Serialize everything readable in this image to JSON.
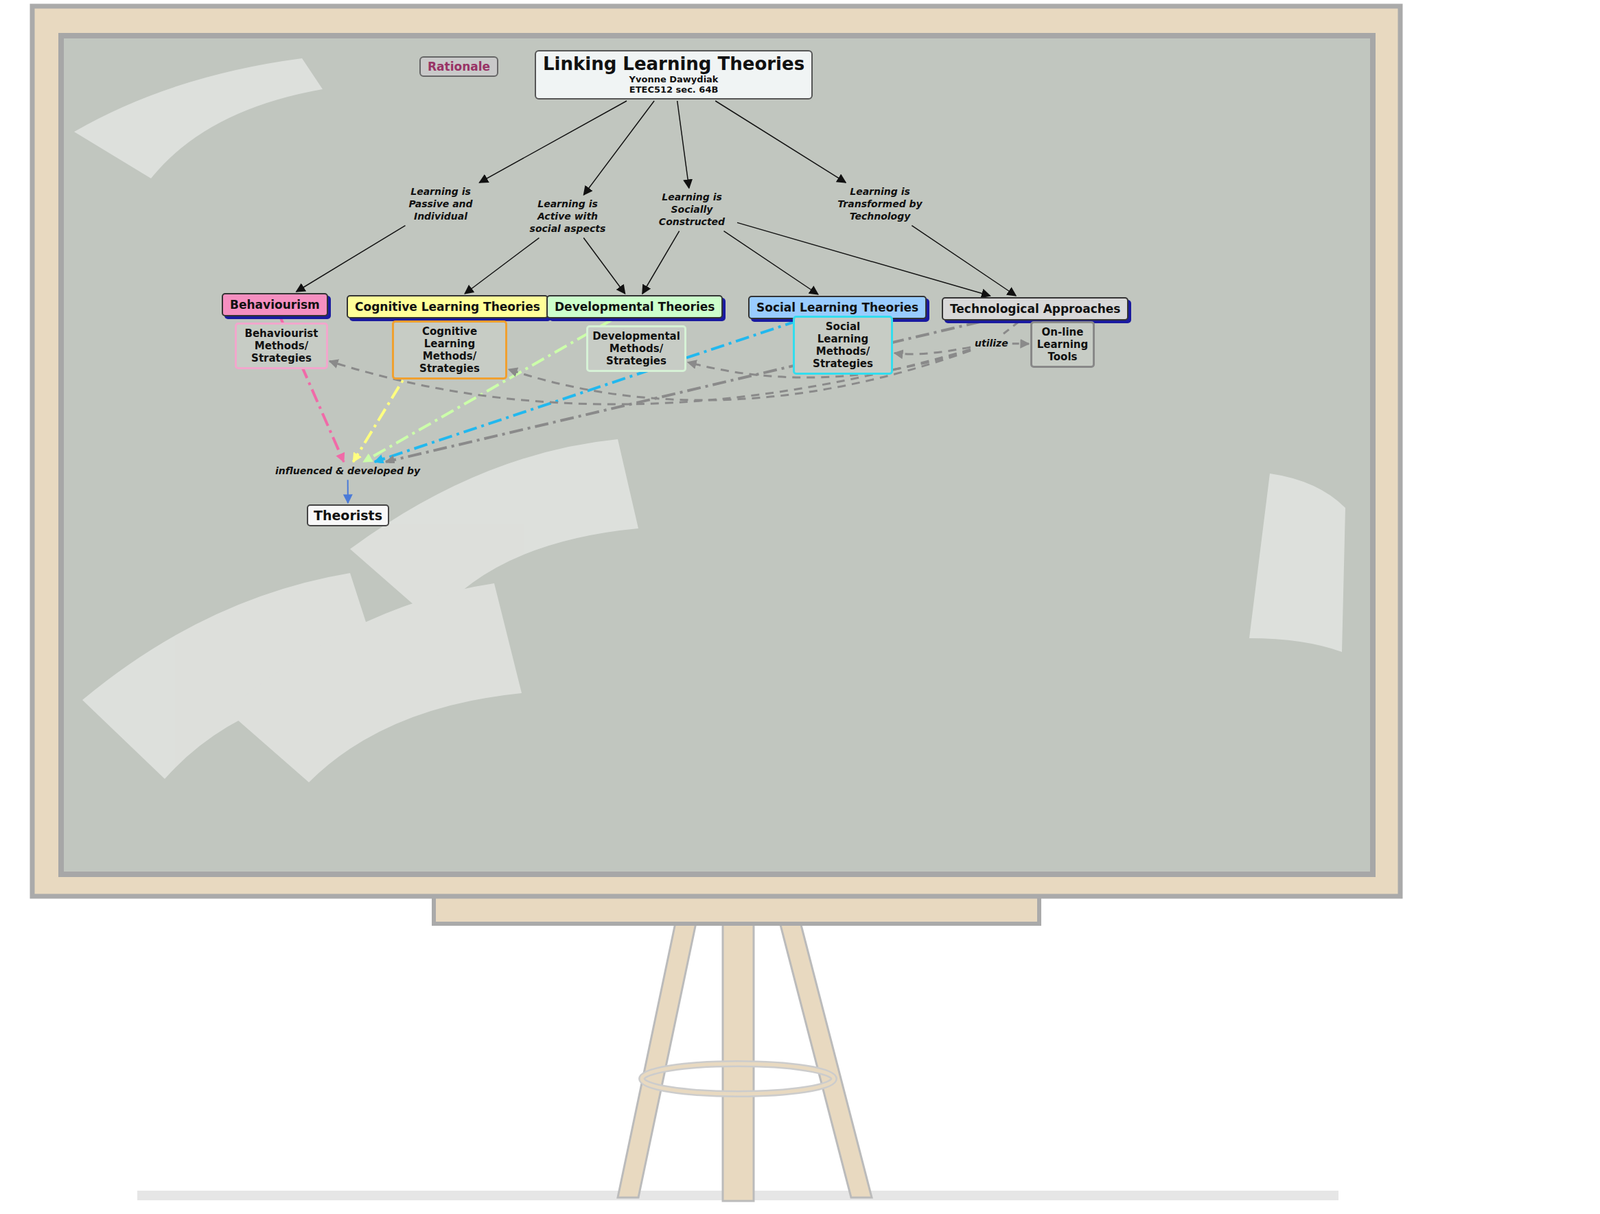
{
  "diagram": {
    "nodes": [
      {
        "text": [
          "Rationale"
        ]
      },
      {
        "text": [
          "Linking Learning Theories",
          "Yvonne Dawydiak",
          "ETEC512 sec. 64B"
        ]
      },
      {
        "text": [
          "Learning is Passive and Individual"
        ]
      },
      {
        "text": [
          "Learning is Active with social aspects"
        ]
      },
      {
        "text": [
          "Learning is Socially Constructed"
        ]
      },
      {
        "text": [
          "Learning is Transformed by Technology"
        ]
      },
      {
        "text": [
          "Behaviourism"
        ]
      },
      {
        "text": [
          "Behaviourist Methods/ Strategies"
        ]
      },
      {
        "text": [
          "Cognitive Learning Theories"
        ]
      },
      {
        "text": [
          "Cognitive Learning Methods/ Strategies"
        ]
      },
      {
        "text": [
          "Developmental Theories"
        ]
      },
      {
        "text": [
          "Developmental Methods/ Strategies"
        ]
      },
      {
        "text": [
          "Social Learning Theories"
        ]
      },
      {
        "text": [
          "Social Learning Methods/ Strategies"
        ]
      },
      {
        "text": [
          "Technological Approaches"
        ]
      },
      {
        "text": [
          "On-line Learning Tools"
        ]
      },
      {
        "text": [
          "utilize"
        ]
      },
      {
        "text": [
          "influenced & developed by"
        ]
      },
      {
        "text": [
          "Theorists"
        ]
      }
    ],
    "edges": [
      {
        "from": 1,
        "to": 2,
        "arrow": "to"
      },
      {
        "from": 1,
        "to": 3,
        "arrow": "to"
      },
      {
        "from": 1,
        "to": 4,
        "arrow": "to"
      },
      {
        "from": 1,
        "to": 5,
        "arrow": "to"
      },
      {
        "from": 2,
        "to": 6,
        "arrow": "to"
      },
      {
        "from": 3,
        "to": 8,
        "arrow": "to"
      },
      {
        "from": 3,
        "to": 10,
        "arrow": "to"
      },
      {
        "from": 4,
        "to": 10,
        "arrow": "to"
      },
      {
        "from": 4,
        "to": 12,
        "arrow": "to"
      },
      {
        "from": 4,
        "to": 14,
        "arrow": "to"
      },
      {
        "from": 5,
        "to": 14,
        "arrow": "to"
      },
      {
        "from": 6,
        "to": 17,
        "arrow": "to"
      },
      {
        "from": 8,
        "to": 17,
        "arrow": "to"
      },
      {
        "from": 10,
        "to": 17,
        "arrow": "to"
      },
      {
        "from": 12,
        "to": 17,
        "arrow": "to"
      },
      {
        "from": 14,
        "to": 17,
        "arrow": "to"
      },
      {
        "from": 14,
        "to": 16,
        "arrow": "none"
      },
      {
        "from": 16,
        "to": 15,
        "arrow": "to"
      },
      {
        "from": 16,
        "to": 7,
        "arrow": "to"
      },
      {
        "from": 16,
        "to": 9,
        "arrow": "to"
      },
      {
        "from": 16,
        "to": 11,
        "arrow": "to"
      },
      {
        "from": 16,
        "to": 13,
        "arrow": "to"
      },
      {
        "from": 17,
        "to": 18,
        "arrow": "to"
      }
    ]
  }
}
